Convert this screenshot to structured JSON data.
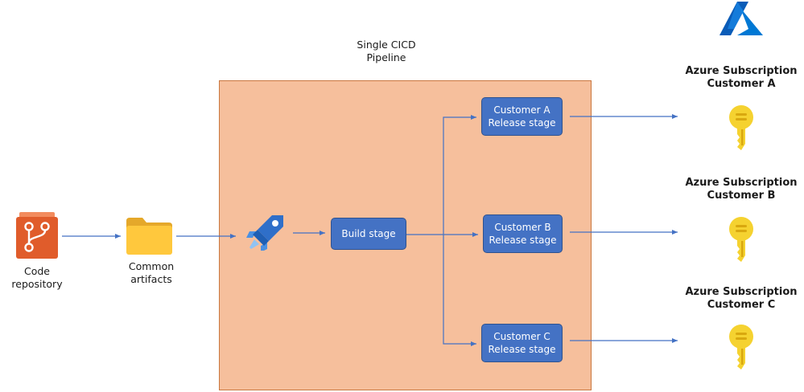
{
  "pipeline": {
    "title_line1": "Single CICD",
    "title_line2": "Pipeline"
  },
  "repo": {
    "line1": "Code",
    "line2": "repository"
  },
  "artifacts": {
    "line1": "Common",
    "line2": "artifacts"
  },
  "build_stage": {
    "label": "Build stage"
  },
  "release_stages": [
    {
      "line1": "Customer A",
      "line2": "Release stage"
    },
    {
      "line1": "Customer B",
      "line2": "Release stage"
    },
    {
      "line1": "Customer C",
      "line2": "Release stage"
    }
  ],
  "subscriptions": [
    {
      "line1": "Azure Subscription",
      "line2": "Customer A"
    },
    {
      "line1": "Azure Subscription",
      "line2": "Customer B"
    },
    {
      "line1": "Azure Subscription",
      "line2": "Customer C"
    }
  ],
  "icons": {
    "repo": "repo-icon",
    "folder": "folder-icon",
    "pipelines": "azure-pipelines-icon",
    "key": "key-icon",
    "azure_logo": "azure-logo-icon"
  },
  "colors": {
    "pipeline_fill": "#f6bf9c",
    "stage_fill": "#4472c4",
    "arrow": "#4472c4",
    "repo_orange": "#e05c2b",
    "folder_yellow": "#ffc83d",
    "key_yellow": "#f5d230",
    "azure_blue": "#0078d4"
  }
}
